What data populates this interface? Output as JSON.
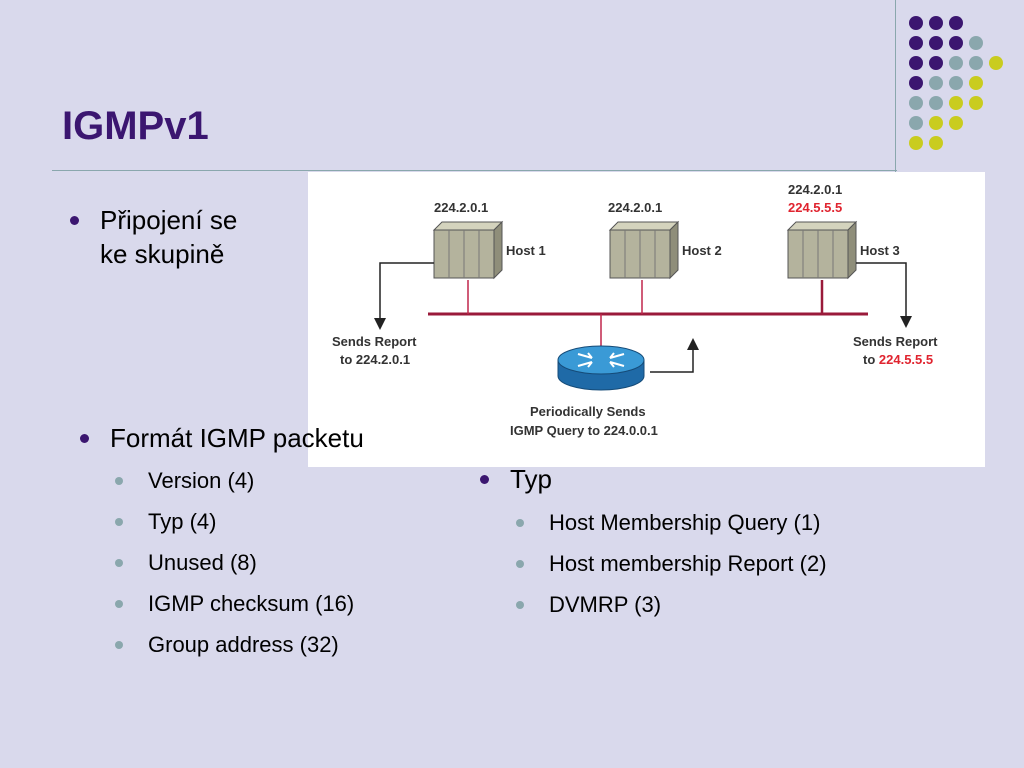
{
  "slide": {
    "title": "IGMPv1",
    "join_bullet": {
      "line1": "Připojení se",
      "line2": "ke skupině"
    },
    "format_bullet": {
      "label": "Formát IGMP packetu",
      "items": [
        "Version (4)",
        "Typ (4)",
        "Unused (8)",
        "IGMP checksum (16)",
        "Group address (32)"
      ]
    },
    "type_bullet": {
      "label": "Typ",
      "items": [
        "Host Membership Query (1)",
        "Host membership Report (2)",
        "DVMRP (3)"
      ]
    },
    "colors": {
      "title": "#3b1670",
      "background": "#d9d9ec",
      "accent_teal": "#8aa7ad",
      "accent_yellow": "#c9cc1f",
      "red": "#e0242f"
    }
  },
  "diagram": {
    "host1": {
      "name": "Host 1",
      "group": "224.2.0.1"
    },
    "host2": {
      "name": "Host 2",
      "group": "224.2.0.1"
    },
    "host3": {
      "name": "Host 3",
      "group": "224.2.0.1",
      "group2": "224.5.5.5"
    },
    "report_left": {
      "line1": "Sends Report",
      "line2": "to 224.2.0.1"
    },
    "report_right": {
      "line1": "Sends Report",
      "line2_prefix": "to ",
      "line2_addr": "224.5.5.5"
    },
    "router_caption": {
      "line1": "Periodically Sends",
      "line2": "IGMP Query to 224.0.0.1"
    }
  }
}
